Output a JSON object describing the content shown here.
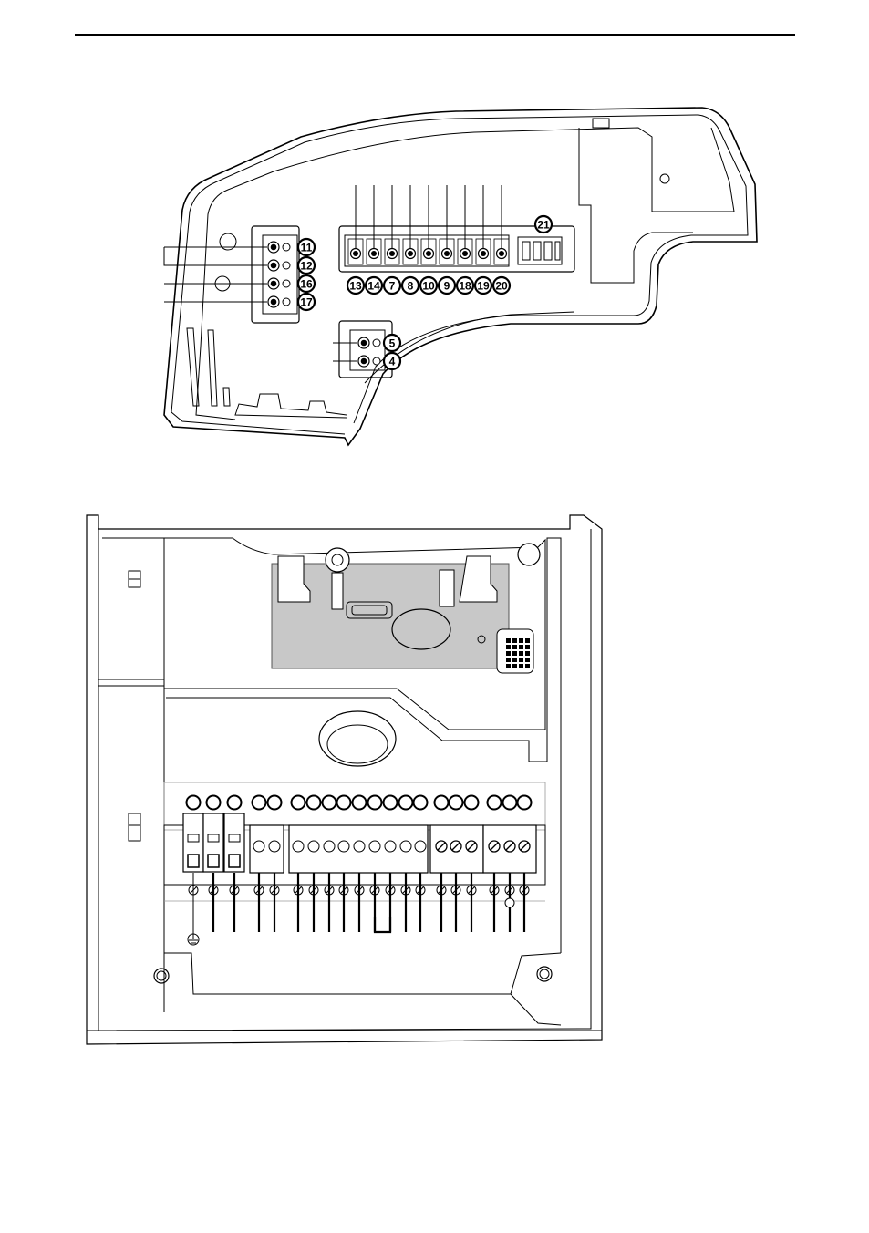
{
  "top_diagram": {
    "labels_left_block": [
      "11",
      "12",
      "16",
      "17"
    ],
    "labels_power_block": [
      "5",
      "4"
    ],
    "labels_bottom_row": [
      "13",
      "14",
      "7",
      "8",
      "10",
      "9",
      "18",
      "19",
      "20"
    ],
    "label_connector": "21"
  },
  "bottom_diagram": {
    "earth_symbol": "earth-ground-icon"
  },
  "colors": {
    "line": "#000000",
    "fill_grey": "#c8c8c8",
    "light_line": "#9a9a9a"
  }
}
